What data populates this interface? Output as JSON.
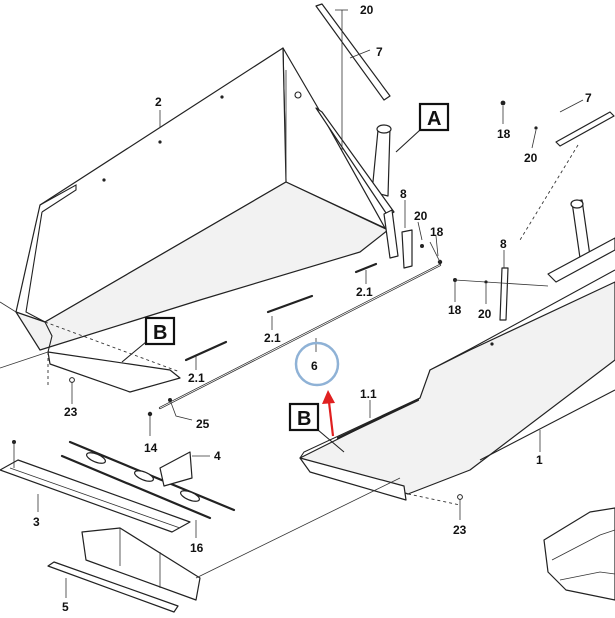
{
  "callouts": {
    "top_20": "20",
    "top_7": "7",
    "panel_2": "2",
    "right_7": "7",
    "right_18a": "18",
    "right_20a": "20",
    "bolt_8a": "8",
    "bolt_20b": "20",
    "bolt_18b": "18",
    "rod_21a": "2.1",
    "rod_21b": "2.1",
    "rod_21c": "2.1",
    "bolt_8b": "8",
    "right_18c": "18",
    "right_20c": "20",
    "highlighted_6": "6",
    "rod_11": "1.1",
    "left_23": "23",
    "pin_14": "14",
    "bolt_25": "25",
    "trough_1": "1",
    "right_23": "23",
    "bracket_4": "4",
    "plate_3": "3",
    "rod_16": "16",
    "bar_5": "5"
  },
  "view_labels": {
    "box_a": "A",
    "box_b_left": "B",
    "box_b_right": "B"
  },
  "highlight": {
    "target": "6",
    "circle_color": "#8fb2d6",
    "arrow_color": "#e02020"
  }
}
